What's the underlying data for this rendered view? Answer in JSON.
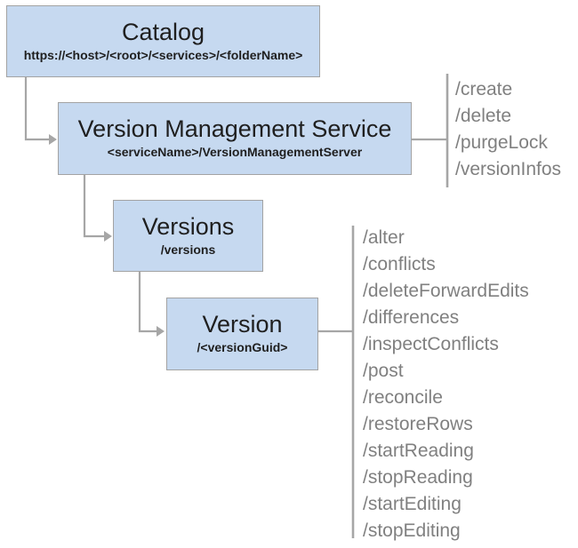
{
  "diagram": {
    "nodes": {
      "catalog": {
        "title": "Catalog",
        "subtitle": "https://<host>/<root>/<services>/<folderName>"
      },
      "service": {
        "title": "Version Management Service",
        "subtitle": "<serviceName>/VersionManagementServer"
      },
      "versions": {
        "title": "Versions",
        "subtitle": "/versions"
      },
      "version": {
        "title": "Version",
        "subtitle": "/<versionGuid>"
      }
    },
    "service_operations": [
      "/create",
      "/delete",
      "/purgeLock",
      "/versionInfos"
    ],
    "version_operations": [
      "/alter",
      "/conflicts",
      "/deleteForwardEdits",
      "/differences",
      "/inspectConflicts",
      "/post",
      "/reconcile",
      "/restoreRows",
      "/startReading",
      "/stopReading",
      "/startEditing",
      "/stopEditing"
    ]
  },
  "colors": {
    "box-fill": "#c6d9f0",
    "box-border": "#a3a3a3",
    "connector": "#a6a6a6",
    "ops-text": "#808080",
    "title-text": "#1f1f1f",
    "background": "#ffffff"
  }
}
